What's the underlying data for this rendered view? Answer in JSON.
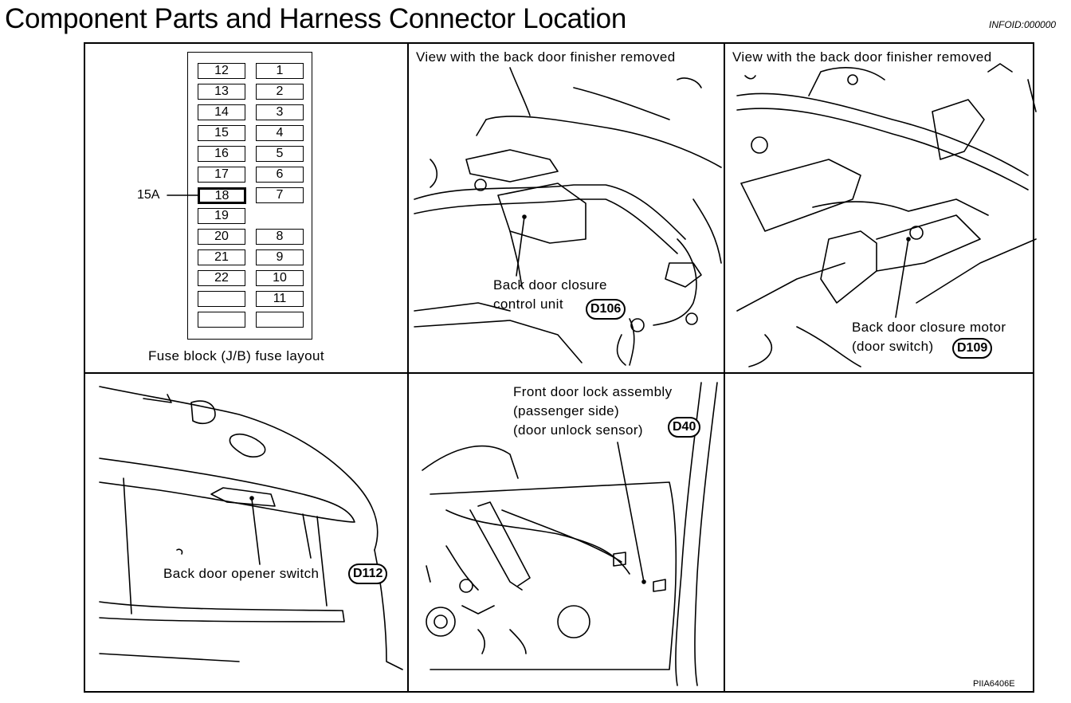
{
  "page": {
    "title": "Component Parts and Harness Connector Location",
    "info_id": "INFOID:000000",
    "figure_code": "PIIA6406E"
  },
  "fuse_block": {
    "caption": "Fuse block (J/B) fuse layout",
    "highlight_label": "15A",
    "fuses": [
      {
        "label": "12"
      },
      {
        "label": "1"
      },
      {
        "label": "13"
      },
      {
        "label": "2"
      },
      {
        "label": "14"
      },
      {
        "label": "3"
      },
      {
        "label": "15"
      },
      {
        "label": "4"
      },
      {
        "label": "16"
      },
      {
        "label": "5"
      },
      {
        "label": "17"
      },
      {
        "label": "6"
      },
      {
        "label": "18"
      },
      {
        "label": "7"
      },
      {
        "label": "19"
      },
      {
        "label": "20"
      },
      {
        "label": "8"
      },
      {
        "label": "21"
      },
      {
        "label": "9"
      },
      {
        "label": "22"
      },
      {
        "label": "10"
      },
      {
        "label": ""
      },
      {
        "label": "11"
      },
      {
        "label": ""
      },
      {
        "label": ""
      }
    ]
  },
  "panels": {
    "closure_unit": {
      "view_note": "View with the back door finisher removed",
      "label_line1": "Back door closure",
      "label_line2": "control unit",
      "connector": "D106"
    },
    "closure_motor": {
      "view_note": "View with the back door finisher removed",
      "label_line1": "Back door closure motor",
      "label_line2": "(door switch)",
      "connector": "D109"
    },
    "opener_switch": {
      "label": "Back door opener switch",
      "connector": "D112"
    },
    "door_lock": {
      "label_line1": "Front door lock assembly",
      "label_line2": "(passenger side)",
      "label_line3": "(door unlock sensor)",
      "connector": "D40"
    }
  }
}
